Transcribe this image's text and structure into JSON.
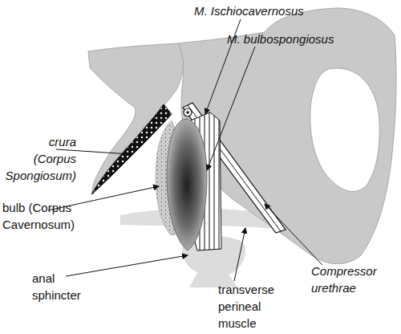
{
  "diagram": {
    "labels": [
      "M. Ischiocavernosus",
      "M. bulbospongiosus",
      "crura (Corpus Spongiosum)",
      "bulb (Corpus Cavernosum)",
      "anal sphincter",
      "transverse perineal muscle",
      "Compressor urethrae"
    ]
  }
}
